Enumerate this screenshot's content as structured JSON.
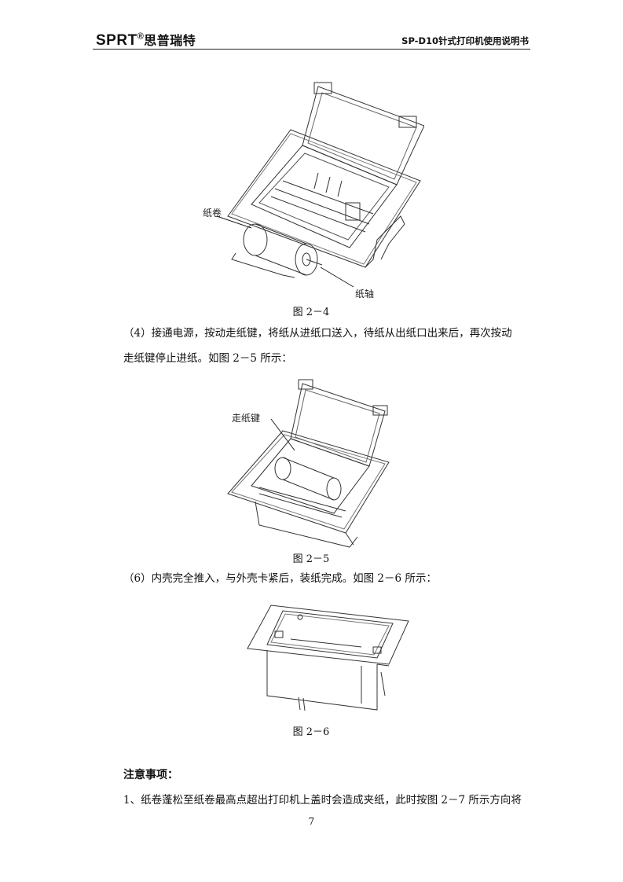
{
  "header": {
    "brand_latin": "SPRT",
    "brand_reg": "®",
    "brand_cn": "思普瑞特",
    "doc_title": "SP-D10针式打印机使用说明书"
  },
  "figures": [
    {
      "caption": "图 2－4",
      "callouts": [
        "纸卷",
        "纸轴"
      ]
    },
    {
      "caption": "图 2－5",
      "callouts": [
        "走纸键"
      ]
    },
    {
      "caption": "图 2－6",
      "callouts": []
    }
  ],
  "paragraphs": {
    "step4_line1": "（4）接通电源，按动走纸键，将纸从进纸口送入，待纸从出纸口出来后，再次按动",
    "step4_line2": "走纸键停止进纸。如图 2－5 所示：",
    "step6": "（6）内壳完全推入，与外壳卡紧后，装纸完成。如图 2－6 所示：",
    "note_heading": "注意事项：",
    "note1": "1、纸卷蓬松至纸卷最高点超出打印机上盖时会造成夹纸，此时按图 2－7 所示方向将"
  },
  "footer": {
    "page_number": "7"
  }
}
